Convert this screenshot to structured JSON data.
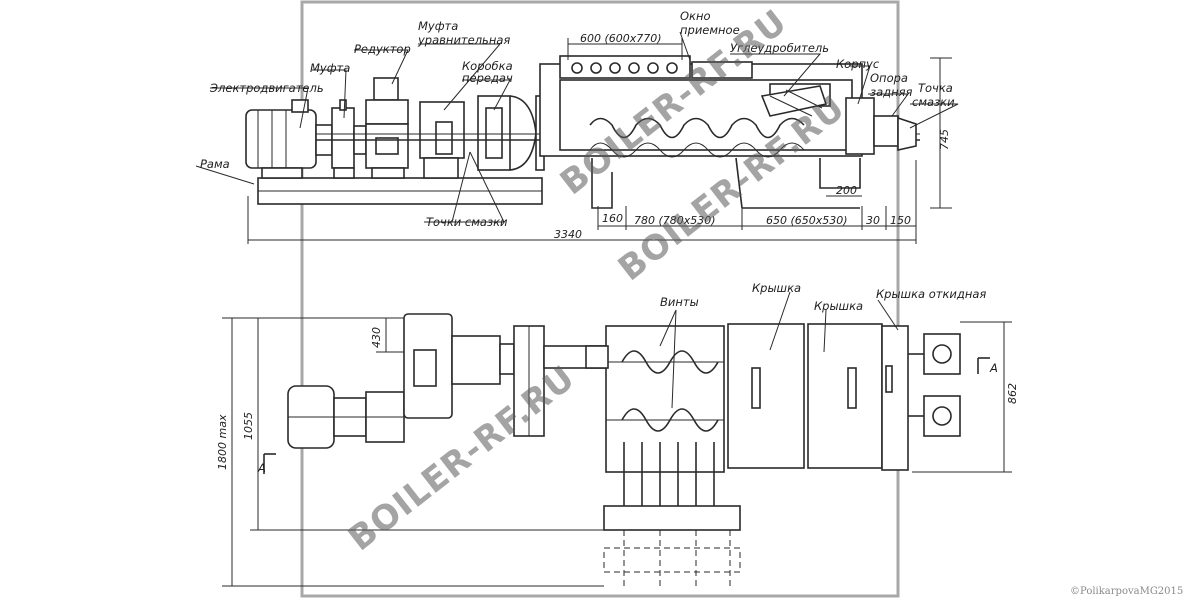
{
  "labels": {
    "motor": "Электродвигатель",
    "coupling": "Муфта",
    "reducer": "Редуктор",
    "coupling_eq_1": "Муфта",
    "coupling_eq_2": "уравнительная",
    "gearbox_1": "Коробка",
    "gearbox_2": "передач",
    "window_1": "Окно",
    "window_2": "приемное",
    "coal_crusher": "Углеудробитель",
    "body": "Корпус",
    "rear_support_1": "Опора",
    "rear_support_2": "задняя",
    "lube_point_1": "Точка",
    "lube_point_2": "смазки",
    "frame": "Рама",
    "lube_points": "Точки смазки",
    "screws": "Винты",
    "cover_1": "Крышка",
    "cover_2": "Крышка",
    "hinged_cover": "Крышка откидная",
    "section_a_top": "А",
    "section_a_bottom": "А"
  },
  "dimensions": {
    "window_size": "600 (600x770)",
    "d745": "745",
    "d200": "200",
    "d160": "160",
    "d780": "780 (780x530)",
    "d650": "650 (650x530)",
    "d30": "30",
    "d150": "150",
    "d3340": "3340",
    "d430": "430",
    "d1055": "1055",
    "d1800": "1800 max",
    "d862": "862"
  },
  "watermarks": [
    "BOILER-RF.RU",
    "BOILER-RF.RU",
    "BOILER-RF.RU"
  ],
  "copyright": "©PolikarpovaMG2015"
}
